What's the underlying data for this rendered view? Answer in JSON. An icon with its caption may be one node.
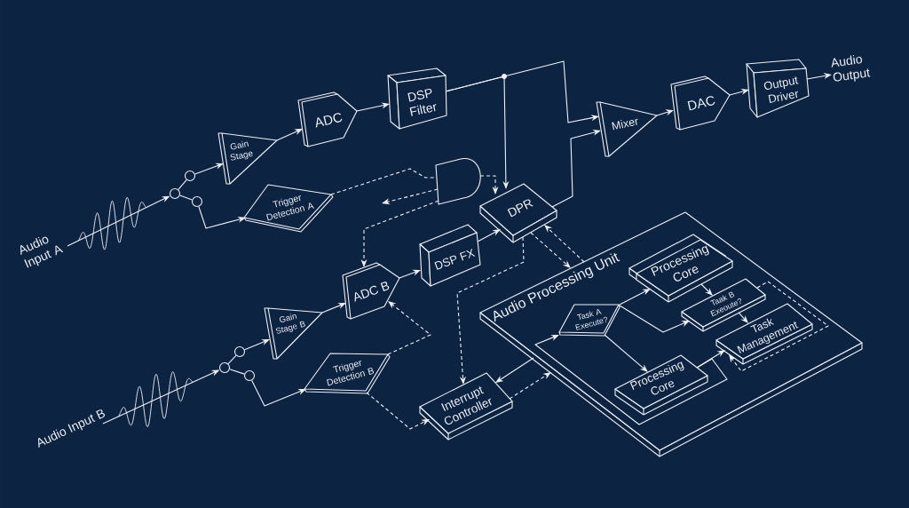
{
  "diagram": {
    "nodes": [
      {
        "text": [
          "Audio Input A"
        ]
      },
      {
        "text": [],
        "shape": "circle"
      },
      {
        "text": [],
        "shape": "circle"
      },
      {
        "text": [],
        "shape": "circle"
      },
      {
        "text": [
          "Gain Stage"
        ]
      },
      {
        "text": [
          "ADC"
        ]
      },
      {
        "text": [
          "DSP Filter"
        ]
      },
      {
        "text": [
          "Mixer"
        ]
      },
      {
        "text": [
          "DAC"
        ]
      },
      {
        "text": [
          "Output Driver"
        ]
      },
      {
        "text": [
          "Audio Output"
        ]
      },
      {
        "text": [
          "Trigger Detection A"
        ]
      },
      {
        "text": [],
        "shape": "gate"
      },
      {
        "text": [
          "DPR"
        ]
      },
      {
        "text": [
          "ADC B"
        ]
      },
      {
        "text": [
          "DSP FX"
        ]
      },
      {
        "text": [
          "Audio Input B"
        ]
      },
      {
        "text": [],
        "shape": "circle"
      },
      {
        "text": [],
        "shape": "circle"
      },
      {
        "text": [],
        "shape": "circle"
      },
      {
        "text": [
          "Gain Stage B"
        ]
      },
      {
        "text": [
          "Trigger Detection B"
        ]
      },
      {
        "text": [
          "Interrupt Controller"
        ]
      },
      {
        "text": [
          "Audio Processing Unit"
        ]
      },
      {
        "text": [
          "Task A Execute?"
        ],
        "in": 23
      },
      {
        "text": [
          "Processing Core"
        ],
        "in": 23
      },
      {
        "text": [
          "Taak B Exeoute?"
        ],
        "in": 23
      },
      {
        "text": [
          "Task Management"
        ],
        "in": 23
      },
      {
        "text": [
          "Processing Core"
        ],
        "in": 23
      }
    ],
    "edges": [
      {
        "from": 0,
        "to": 1,
        "arrow": "to"
      },
      {
        "from": 1,
        "to": 2,
        "arrow": "none"
      },
      {
        "from": 2,
        "to": 4,
        "arrow": "to"
      },
      {
        "from": 1,
        "to": 3,
        "arrow": "none"
      },
      {
        "from": 3,
        "to": 11,
        "arrow": "to"
      },
      {
        "from": 4,
        "to": 5,
        "arrow": "to"
      },
      {
        "from": 5,
        "to": 6,
        "arrow": "to"
      },
      {
        "from": 6,
        "to": 7,
        "arrow": "to"
      },
      {
        "from": 6,
        "to": 13,
        "arrow": "to"
      },
      {
        "from": 7,
        "to": 8,
        "arrow": "to"
      },
      {
        "from": 8,
        "to": 9,
        "arrow": "to"
      },
      {
        "from": 9,
        "to": 10,
        "arrow": "to"
      },
      {
        "from": 11,
        "to": 12,
        "arrow": "none",
        "style": "dashed"
      },
      {
        "from": 12,
        "to": null,
        "arrow": "to",
        "style": "dashed"
      },
      {
        "from": 12,
        "to": 14,
        "arrow": "to",
        "style": "dashed"
      },
      {
        "from": 12,
        "to": 13,
        "arrow": "to",
        "style": "dashed"
      },
      {
        "from": 13,
        "to": 7,
        "arrow": "to"
      },
      {
        "from": 15,
        "to": 13,
        "arrow": "to"
      },
      {
        "from": 14,
        "to": 15,
        "arrow": "to"
      },
      {
        "from": 16,
        "to": 17,
        "arrow": "to"
      },
      {
        "from": 17,
        "to": 18,
        "arrow": "none"
      },
      {
        "from": 18,
        "to": 20,
        "arrow": "to"
      },
      {
        "from": 17,
        "to": 19,
        "arrow": "none"
      },
      {
        "from": 19,
        "to": 21,
        "arrow": "to"
      },
      {
        "from": 20,
        "to": 14,
        "arrow": "to"
      },
      {
        "from": 21,
        "to": 14,
        "arrow": "to",
        "style": "dashed"
      },
      {
        "from": 21,
        "to": 22,
        "arrow": "to",
        "style": "dashed"
      },
      {
        "from": 13,
        "to": 22,
        "arrow": "to",
        "style": "dashed"
      },
      {
        "from": 13,
        "to": 23,
        "arrow": "to",
        "style": "dashed"
      },
      {
        "from": 23,
        "to": 13,
        "arrow": "to",
        "style": "dashed"
      },
      {
        "from": 23,
        "to": 22,
        "arrow": "to"
      },
      {
        "from": 22,
        "to": 23,
        "arrow": "to",
        "style": "dashed"
      },
      {
        "from": 28,
        "to": 24,
        "arrow": "to"
      },
      {
        "from": 24,
        "to": 25,
        "arrow": "to"
      },
      {
        "from": 24,
        "to": 26,
        "arrow": "to"
      },
      {
        "from": 24,
        "to": 28,
        "arrow": "to"
      },
      {
        "from": 25,
        "to": 26,
        "arrow": "to"
      },
      {
        "from": 26,
        "to": 27,
        "arrow": "to"
      },
      {
        "from": 28,
        "to": 27,
        "arrow": "to"
      },
      {
        "from": 26,
        "to": 27,
        "arrow": "to",
        "style": "dashed"
      }
    ]
  }
}
